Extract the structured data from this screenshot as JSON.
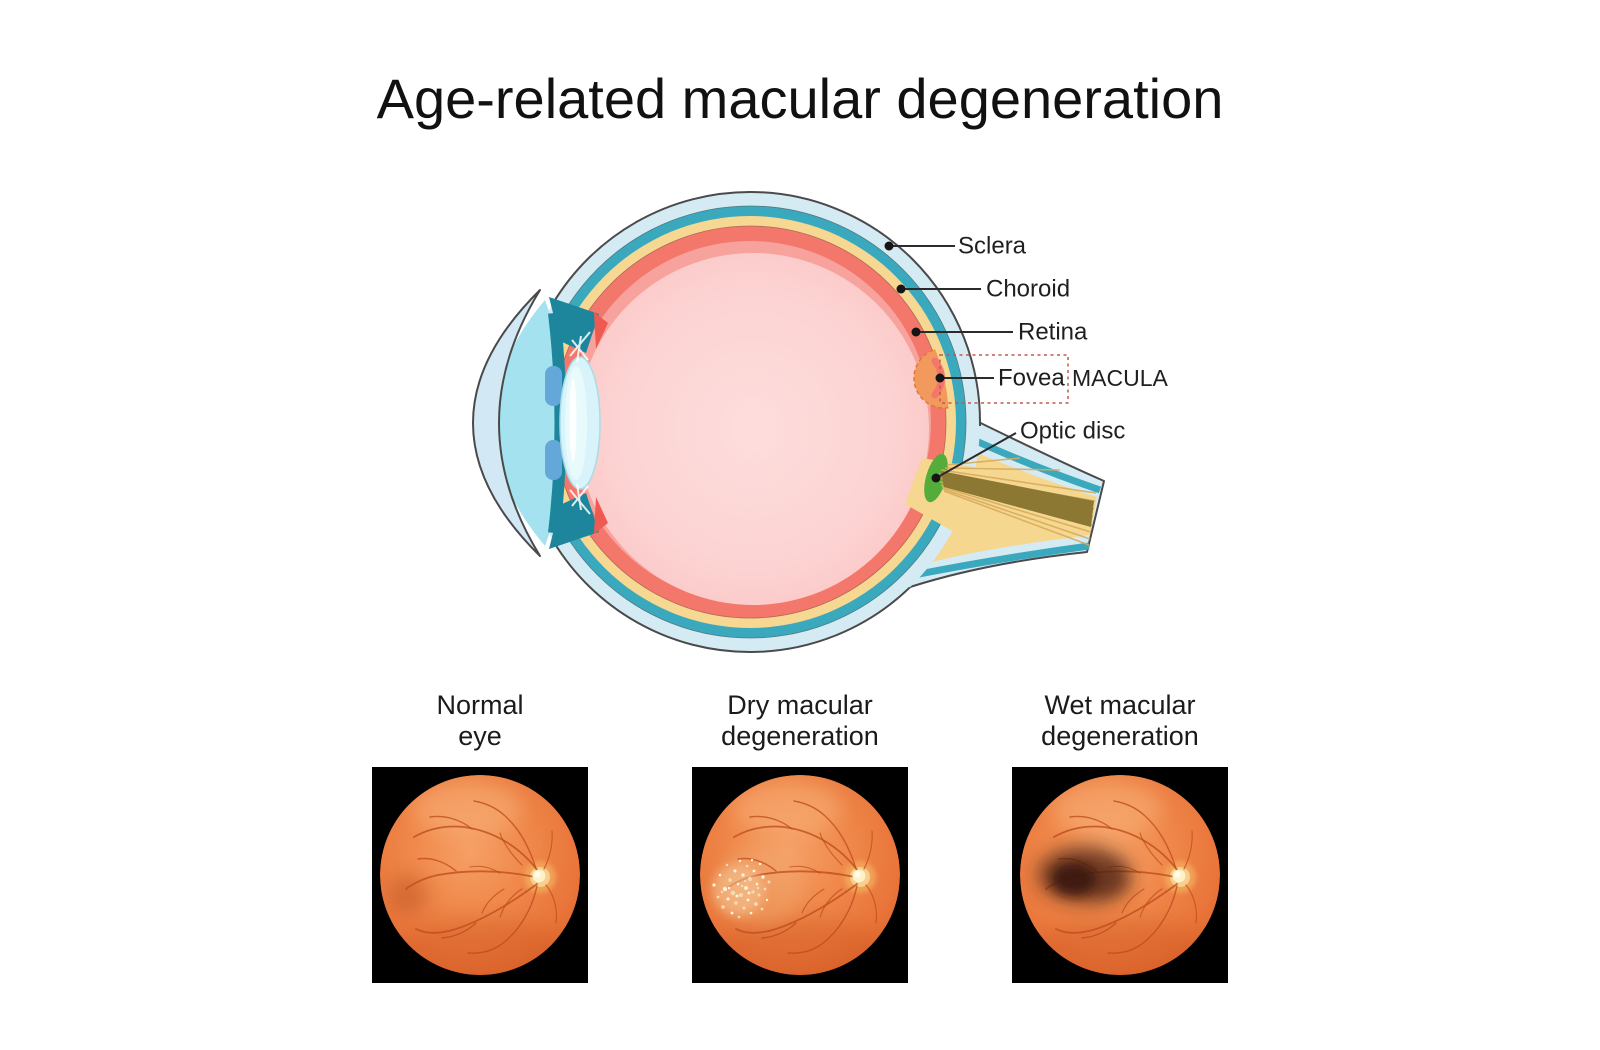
{
  "title": "Age-related macular degeneration",
  "eye_diagram": {
    "labels": {
      "sclera": "Sclera",
      "choroid": "Choroid",
      "retina": "Retina",
      "fovea": "Fovea",
      "macula": "MACULA",
      "optic_disc": "Optic disc"
    },
    "colors": {
      "sclera": "#d5ebf4",
      "sclera_teal": "#3aa9bd",
      "choroid": "#f6d892",
      "retina": "#f3776b",
      "vitreous": "#fcd3d2",
      "macula_label": "#d6352c",
      "optic_disc": "#54ad3a",
      "optic_nerve": "#f5d78f",
      "lens": "#d8f4fa",
      "iris": "#63a8d9",
      "fundus_orange": "#ee8143"
    }
  },
  "fundus_panels": [
    {
      "condition": "normal",
      "label": "Normal\neye"
    },
    {
      "condition": "dry",
      "label": "Dry macular\ndegeneration"
    },
    {
      "condition": "wet",
      "label": "Wet macular\ndegeneration"
    }
  ]
}
